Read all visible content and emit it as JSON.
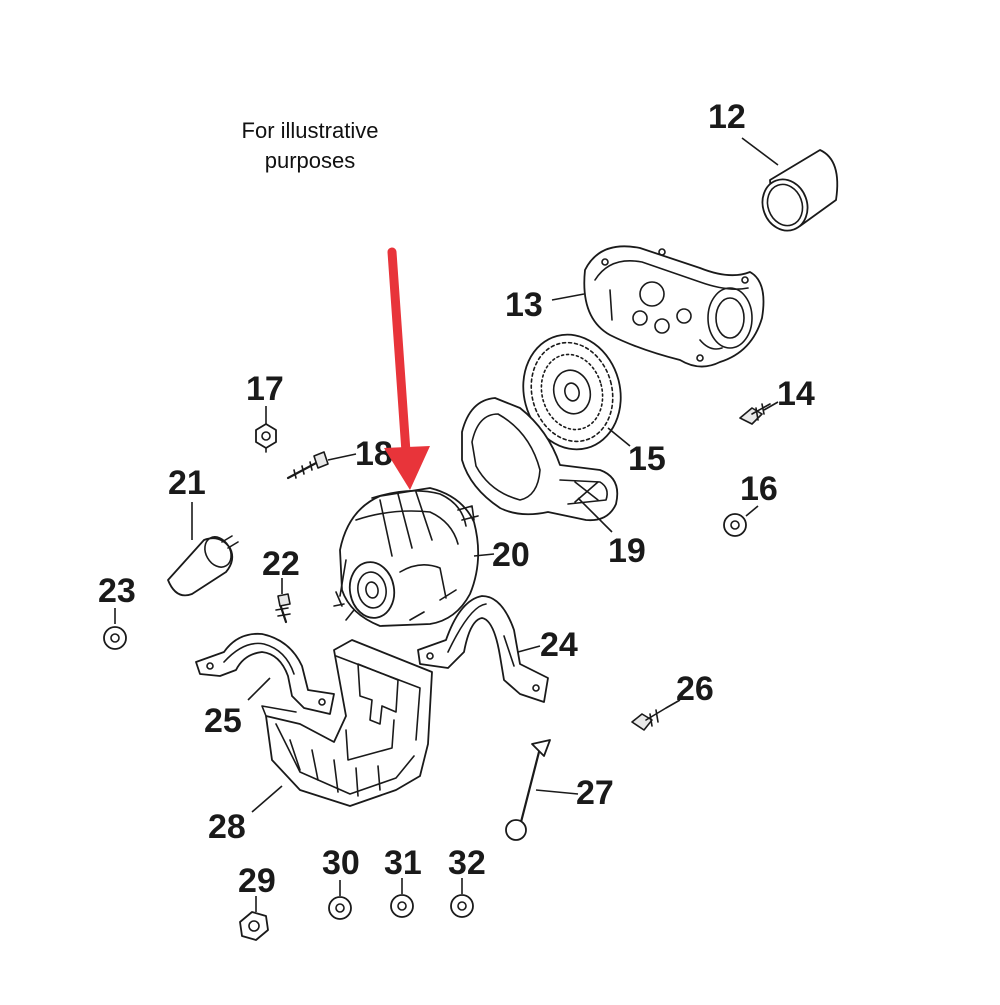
{
  "caption": [
    "For illustrative",
    "purposes"
  ],
  "arrow_color": "#e8343a",
  "labels": {
    "p12": "12",
    "p13": "13",
    "p14": "14",
    "p15": "15",
    "p16": "16",
    "p17": "17",
    "p18": "18",
    "p19": "19",
    "p20": "20",
    "p21": "21",
    "p22": "22",
    "p23": "23",
    "p24": "24",
    "p25": "25",
    "p26": "26",
    "p27": "27",
    "p28": "28",
    "p29": "29",
    "p30": "30",
    "p31": "31",
    "p32": "32"
  }
}
